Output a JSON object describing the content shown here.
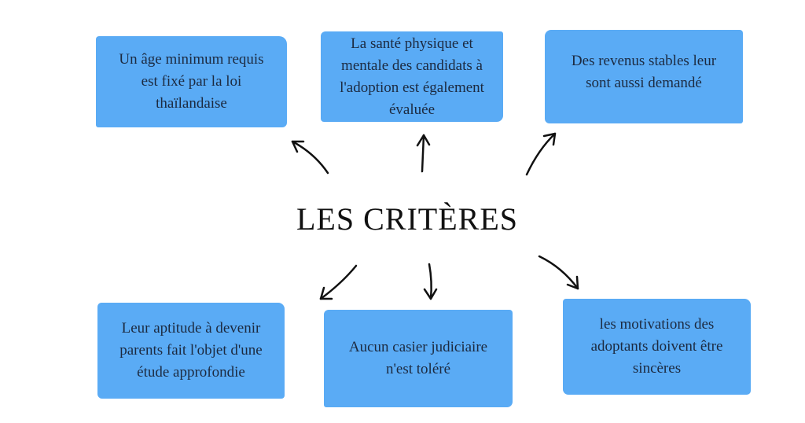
{
  "title": "LES CRITÈRES",
  "boxes": [
    "Un âge minimum requis est fixé par la loi thaïlandaise",
    "La santé physique et mentale des candidats à l'adoption est également évaluée",
    "Des revenus stables leur sont aussi demandé",
    "Leur aptitude à devenir parents fait l'objet d'une étude approfondie",
    "Aucun casier judiciaire n'est toléré",
    "les motivations des adoptants doivent être sincères"
  ],
  "colors": {
    "box": "#5aabf5",
    "text": "#1c2a40"
  }
}
